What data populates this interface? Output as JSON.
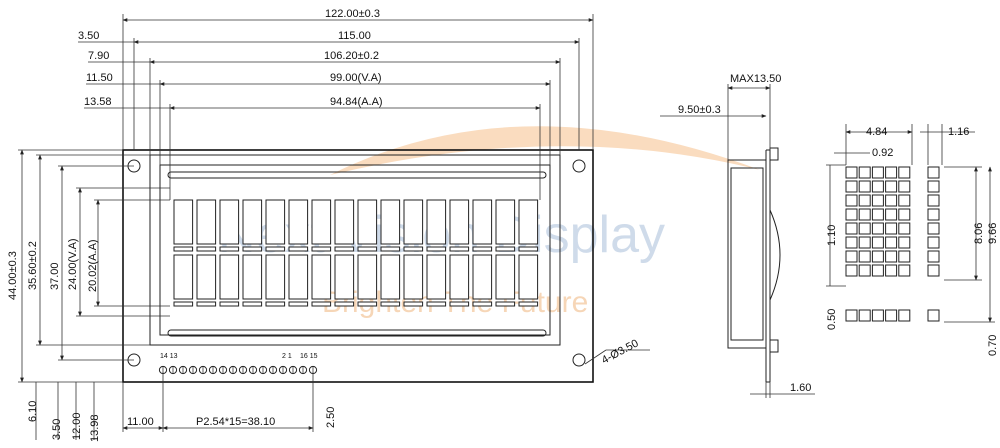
{
  "watermark": {
    "brand": "Next Vision Display",
    "slogan": "Brighten The Future",
    "accent_color": "#f5c08a",
    "brand_color": "#a9bfd9"
  },
  "front_view": {
    "top_dims": [
      "122.00±0.3",
      "115.00",
      "106.20±0.2",
      "99.00(V.A)",
      "94.84(A.A)"
    ],
    "left_offsets": [
      "3.50",
      "7.90",
      "11.50",
      "13.58"
    ],
    "vertical_dims": [
      "44.00±0.3",
      "35.60±0.2",
      "37.00",
      "24.00(V.A)",
      "20.02(A.A)"
    ],
    "bottom_left_dims": [
      "6.10",
      "3.50",
      "12.00",
      "13.98"
    ],
    "bottom_dims": [
      "11.00",
      "P2.54*15=38.10",
      "2.50"
    ],
    "hole_label": "4-Ø3.50",
    "pin_labels": [
      "14 13",
      "2 1",
      "16 15"
    ],
    "chars_per_row": 16,
    "rows": 2
  },
  "side_view": {
    "dims": [
      "MAX13.50",
      "9.50±0.3",
      "1.60"
    ]
  },
  "char_detail": {
    "dims": [
      "4.84",
      "1.16",
      "0.92",
      "1.10",
      "8.06",
      "9.66",
      "0.50",
      "0.70"
    ],
    "dot_columns": 5,
    "dot_rows": 8
  }
}
